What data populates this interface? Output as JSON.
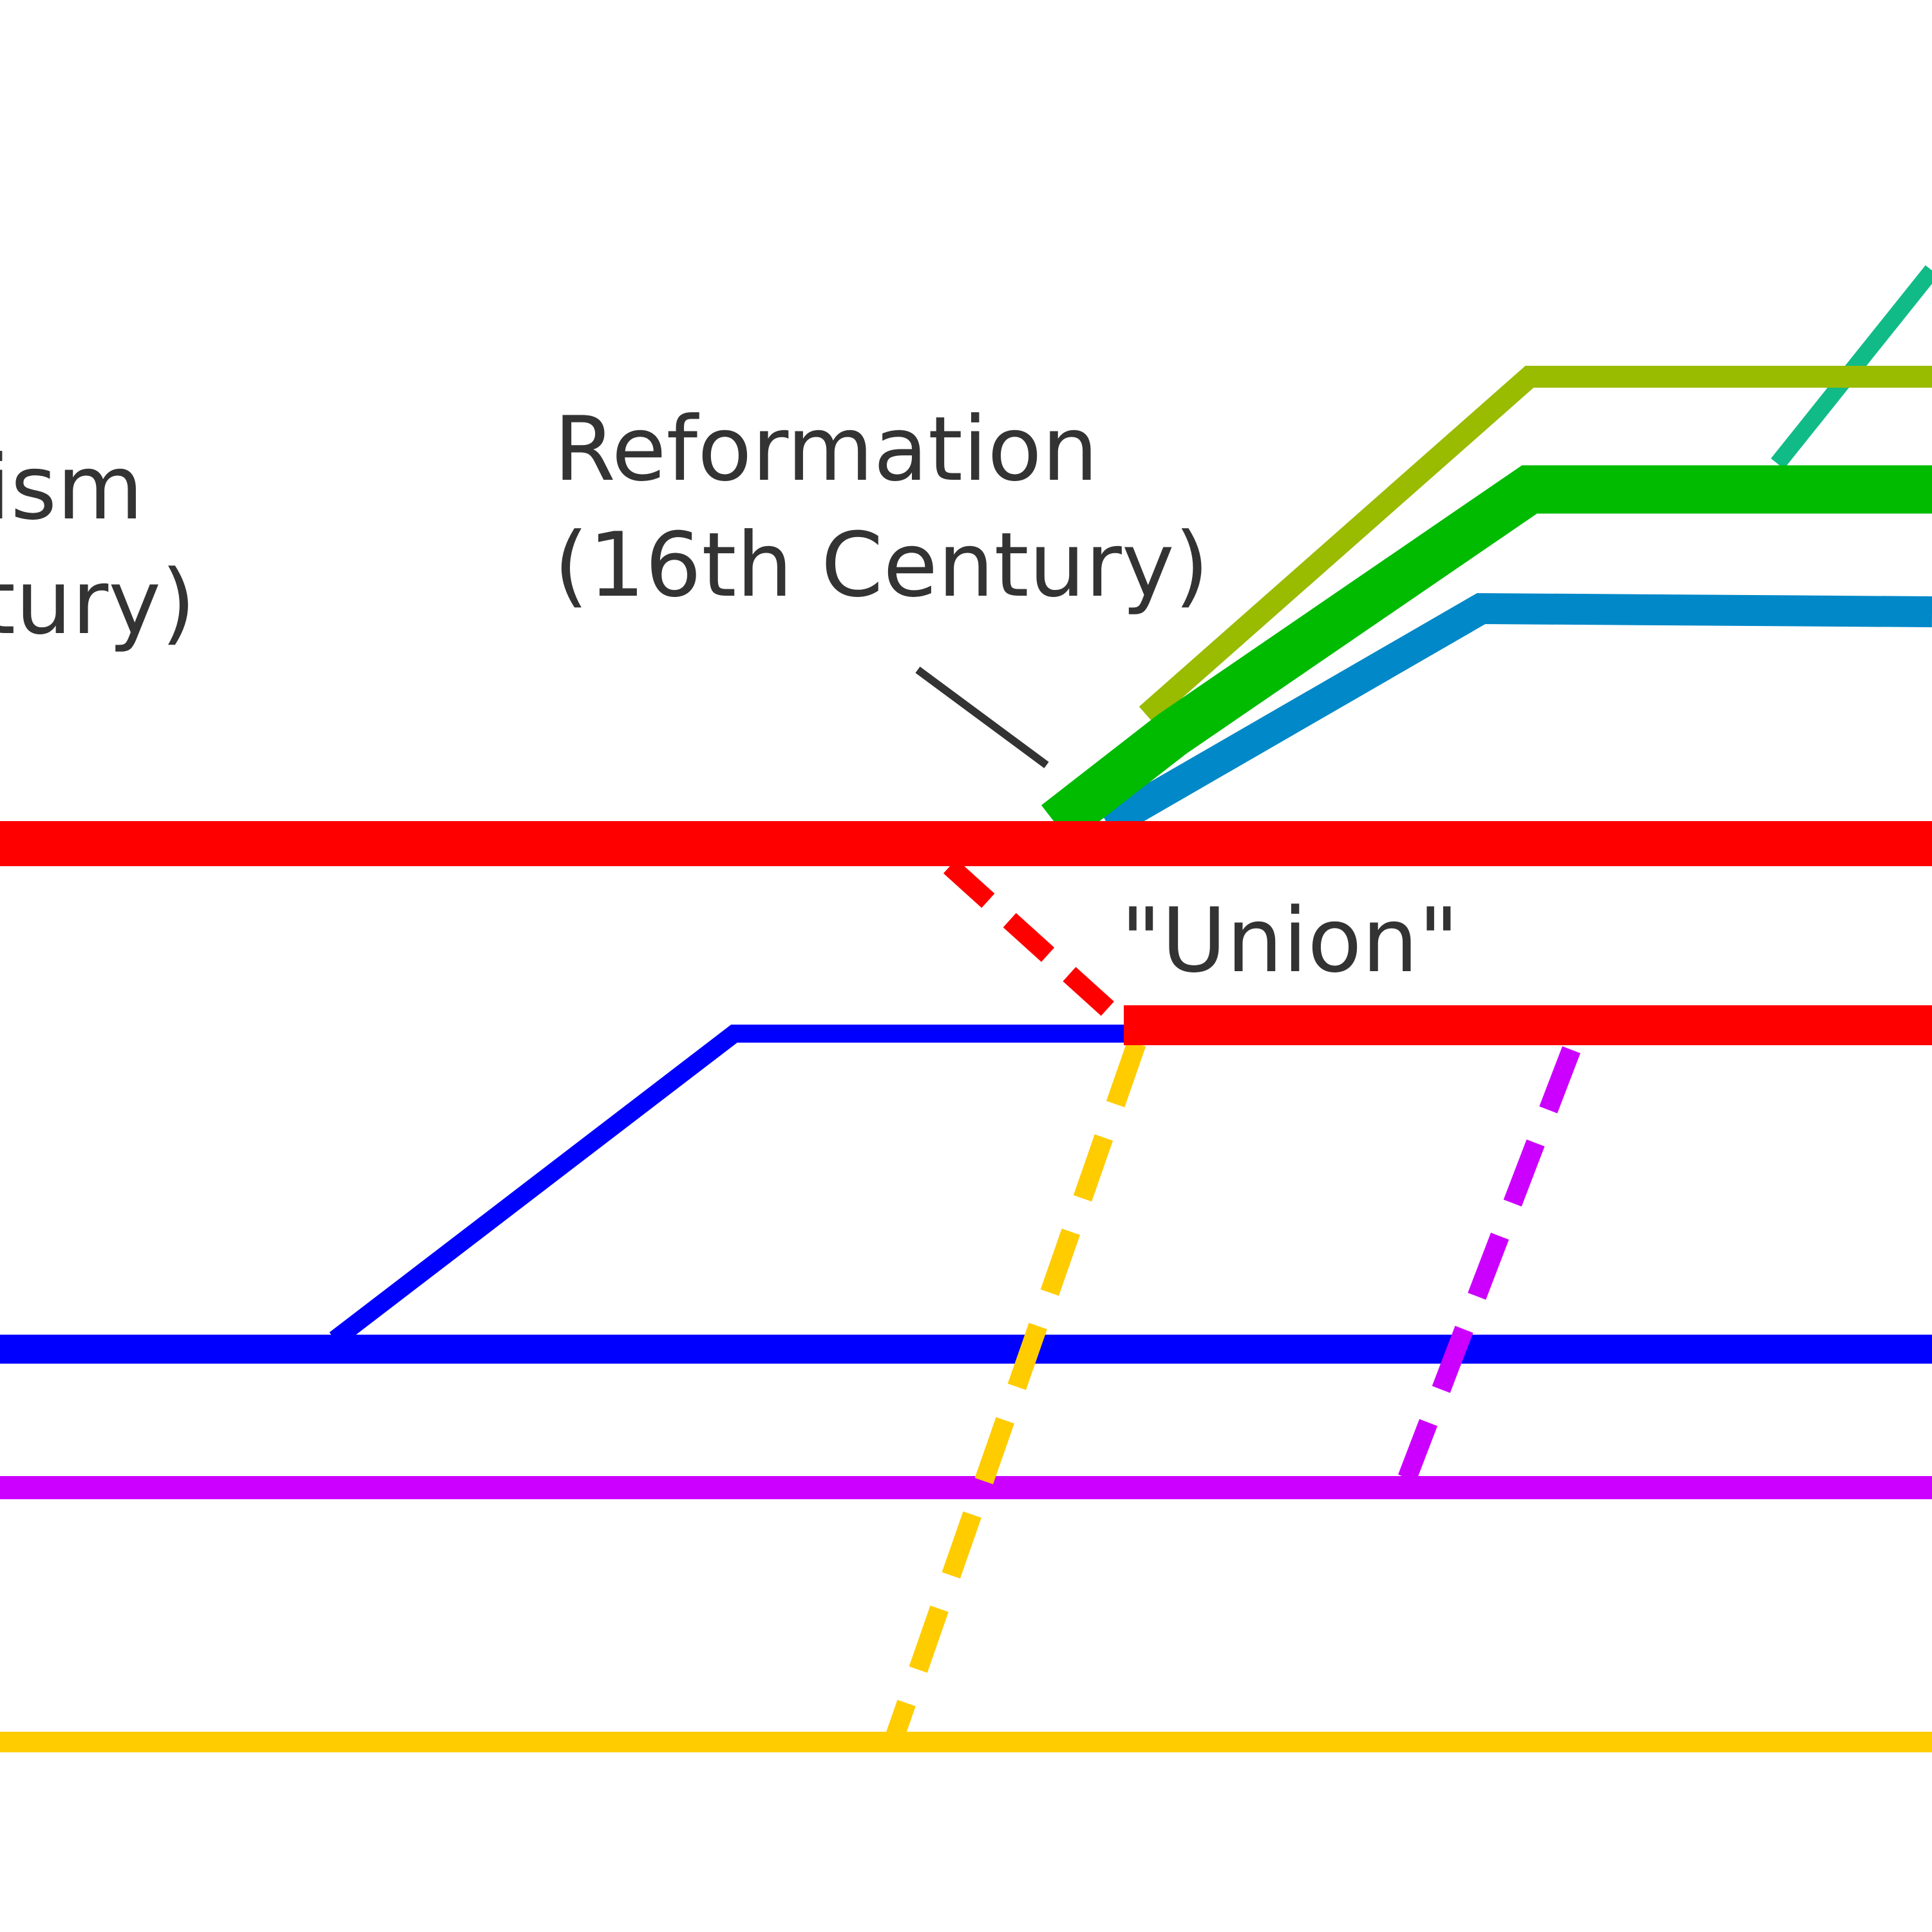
{
  "labels": {
    "left_partial_line1": "ism",
    "left_partial_line2": "tury)",
    "reformation_line1": "Reformation",
    "reformation_line2": "(16th Century)",
    "union": "\"Union\""
  },
  "colors": {
    "background": "#ffffff",
    "text": "#333333",
    "pointer": "#333333",
    "red": "#ff0000",
    "blue": "#0000ff",
    "purple": "#cc00ff",
    "yellow": "#ffcc00",
    "olive_green": "#99bb00",
    "green": "#00bb00",
    "teal": "#11bb88",
    "cyan_blue": "#0088c8"
  }
}
